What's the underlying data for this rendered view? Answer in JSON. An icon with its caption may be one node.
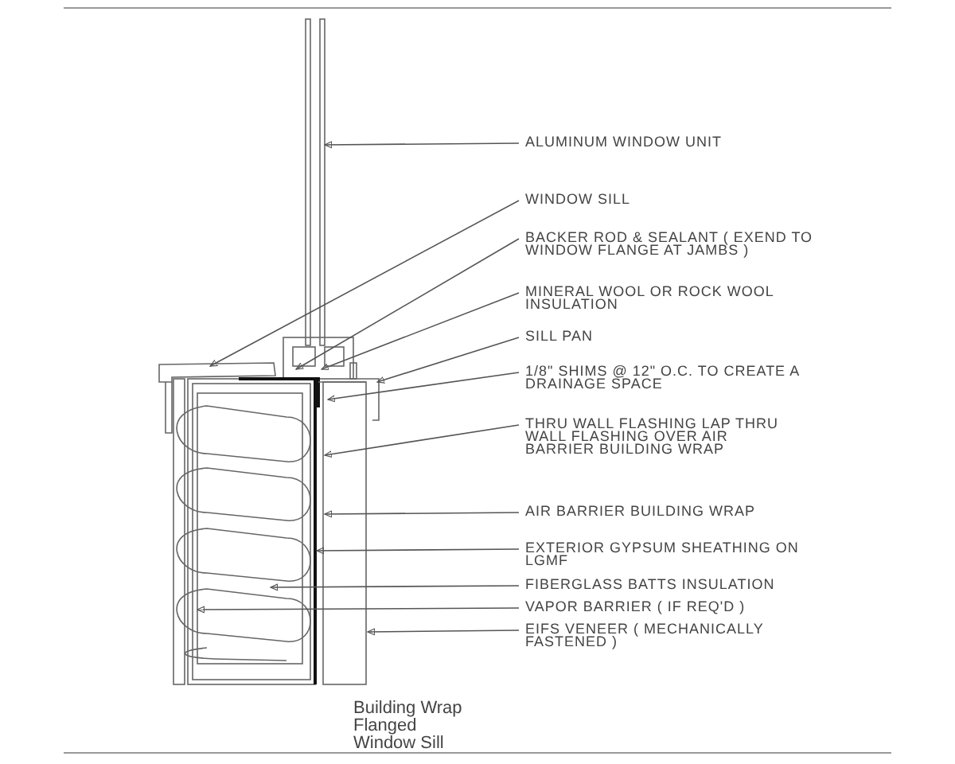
{
  "diagram": {
    "caption": "Building Wrap Flanged Window Sill",
    "nodes": [
      {
        "text": [
          "ALUMINUM WINDOW UNIT"
        ]
      },
      {
        "text": [
          "WINDOW SILL"
        ]
      },
      {
        "text": [
          "BACKER ROD & SEALANT ( EXEND TO WINDOW FLANGE AT JAMBS )"
        ]
      },
      {
        "text": [
          "MINERAL WOOL OR ROCK WOOL INSULATION"
        ]
      },
      {
        "text": [
          "SILL PAN"
        ]
      },
      {
        "text": [
          "1/8\" SHIMS @ 12\" O.C. TO CREATE A DRAINAGE SPACE"
        ]
      },
      {
        "text": [
          "THRU WALL FLASHING LAP THRU WALL FLASHING OVER AIR BARRIER BUILDING WRAP"
        ]
      },
      {
        "text": [
          "AIR BARRIER BUILDING WRAP"
        ]
      },
      {
        "text": [
          "EXTERIOR GYPSUM SHEATHING ON LGMF"
        ]
      },
      {
        "text": [
          "FIBERGLASS BATTS INSULATION"
        ]
      },
      {
        "text": [
          "VAPOR BARRIER ( IF REQ'D )"
        ]
      },
      {
        "text": [
          "EIFS VENEER ( MECHANICALLY FASTENED )"
        ]
      }
    ],
    "edges": [
      {
        "from": 0,
        "to": null,
        "arrow": "to"
      },
      {
        "from": 1,
        "to": null,
        "arrow": "to"
      },
      {
        "from": 2,
        "to": null,
        "arrow": "to"
      },
      {
        "from": 3,
        "to": null,
        "arrow": "to"
      },
      {
        "from": 4,
        "to": null,
        "arrow": "to"
      },
      {
        "from": 5,
        "to": null,
        "arrow": "to"
      },
      {
        "from": 6,
        "to": null,
        "arrow": "to"
      },
      {
        "from": 7,
        "to": null,
        "arrow": "to"
      },
      {
        "from": 8,
        "to": null,
        "arrow": "to"
      },
      {
        "from": 9,
        "to": null,
        "arrow": "to"
      },
      {
        "from": 10,
        "to": null,
        "arrow": "to"
      },
      {
        "from": 11,
        "to": null,
        "arrow": "to"
      }
    ]
  }
}
